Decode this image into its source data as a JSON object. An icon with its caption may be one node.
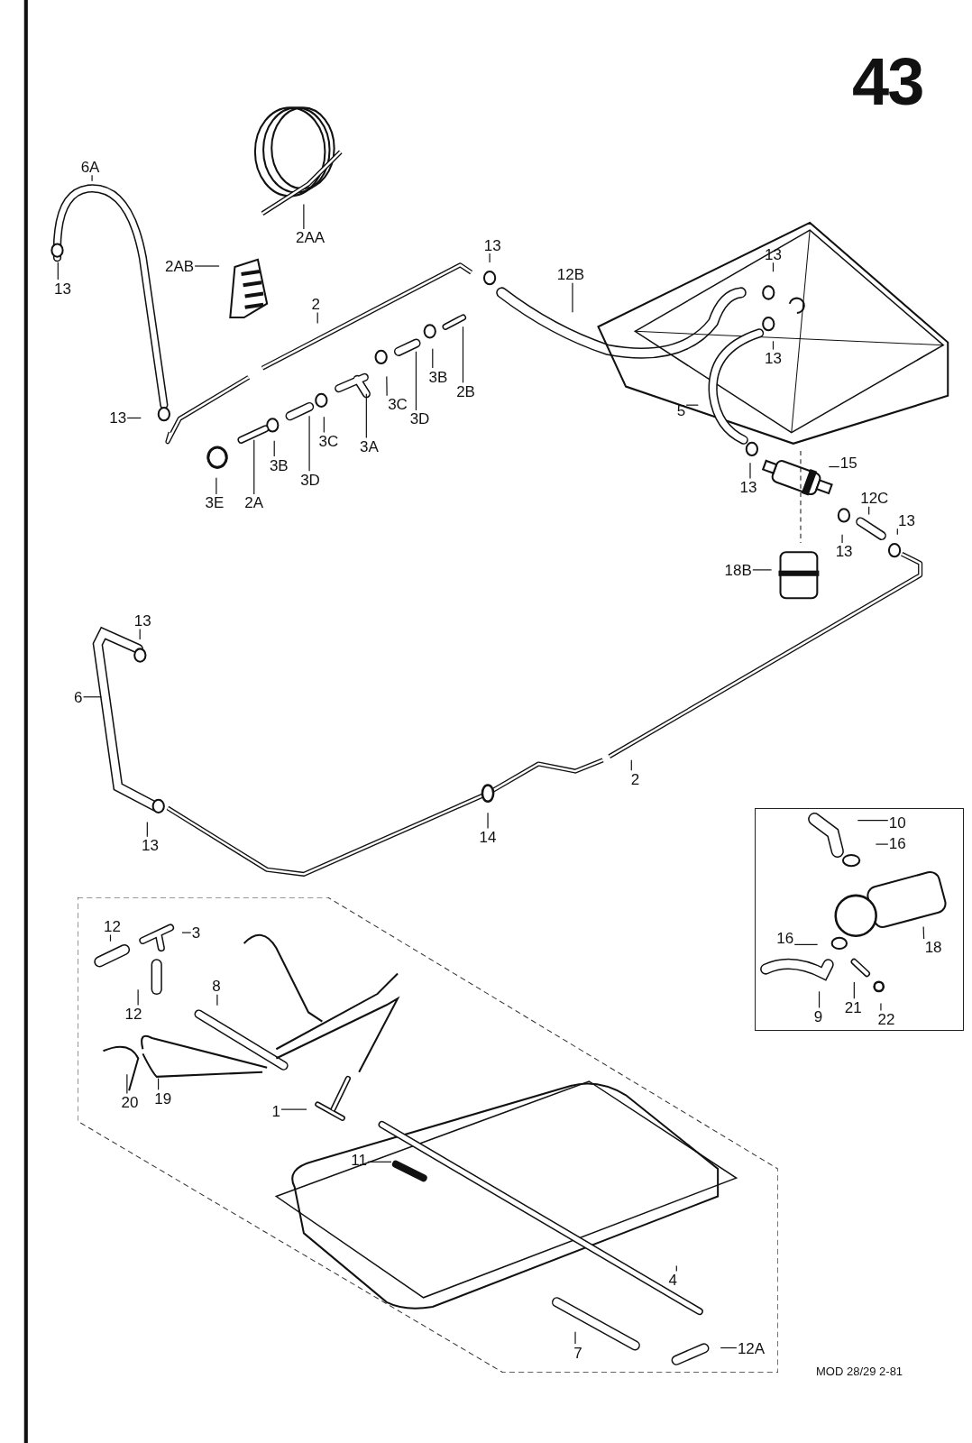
{
  "diagram": {
    "title": "43",
    "caption": "MOD 28/29 2-81",
    "nodes": [
      {
        "text": [
          "6A"
        ]
      },
      {
        "text": [
          "13"
        ]
      },
      {
        "text": [
          "2AA"
        ]
      },
      {
        "text": [
          "2AB"
        ]
      },
      {
        "text": [
          "2"
        ]
      },
      {
        "text": [
          "13"
        ]
      },
      {
        "text": [
          "3E"
        ]
      },
      {
        "text": [
          "2A"
        ]
      },
      {
        "text": [
          "3B"
        ]
      },
      {
        "text": [
          "3D"
        ]
      },
      {
        "text": [
          "3C"
        ]
      },
      {
        "text": [
          "3A"
        ]
      },
      {
        "text": [
          "3C"
        ]
      },
      {
        "text": [
          "3D"
        ]
      },
      {
        "text": [
          "3B"
        ]
      },
      {
        "text": [
          "2B"
        ]
      },
      {
        "text": [
          "13"
        ]
      },
      {
        "text": [
          "12B"
        ]
      },
      {
        "text": [
          "13"
        ]
      },
      {
        "text": [
          "13"
        ]
      },
      {
        "text": [
          "5"
        ]
      },
      {
        "text": [
          "13"
        ]
      },
      {
        "text": [
          "15"
        ]
      },
      {
        "text": [
          "12C"
        ]
      },
      {
        "text": [
          "13"
        ]
      },
      {
        "text": [
          "13"
        ]
      },
      {
        "text": [
          "18B"
        ]
      },
      {
        "text": [
          "13"
        ]
      },
      {
        "text": [
          "6"
        ]
      },
      {
        "text": [
          "13"
        ]
      },
      {
        "text": [
          "14"
        ]
      },
      {
        "text": [
          "2"
        ]
      },
      {
        "text": [],
        "shape": "box"
      },
      {
        "text": [
          "12"
        ],
        "in": 32
      },
      {
        "text": [
          "3"
        ],
        "in": 32
      },
      {
        "text": [
          "12"
        ],
        "in": 32
      },
      {
        "text": [
          "8"
        ],
        "in": 32
      },
      {
        "text": [
          "20"
        ],
        "in": 32
      },
      {
        "text": [
          "19"
        ],
        "in": 32
      },
      {
        "text": [
          "1"
        ],
        "in": 32
      },
      {
        "text": [
          "11"
        ],
        "in": 32
      },
      {
        "text": [
          "4"
        ],
        "in": 32
      },
      {
        "text": [
          "7"
        ],
        "in": 32
      },
      {
        "text": [
          "12A"
        ],
        "in": 32
      },
      {
        "text": [],
        "shape": "box"
      },
      {
        "text": [
          "10"
        ],
        "in": 44
      },
      {
        "text": [
          "16"
        ],
        "in": 44
      },
      {
        "text": [
          "18"
        ],
        "in": 44
      },
      {
        "text": [
          "16"
        ],
        "in": 44
      },
      {
        "text": [
          "9"
        ],
        "in": 44
      },
      {
        "text": [
          "21"
        ],
        "in": 44
      },
      {
        "text": [
          "22"
        ],
        "in": 44
      },
      {
        "text": [],
        "shape": "bar"
      },
      {
        "text": [],
        "shape": "bar"
      },
      {
        "text": [],
        "shape": "picture"
      },
      {
        "text": [],
        "shape": "bar"
      },
      {
        "text": [],
        "shape": "bar"
      }
    ],
    "edges": [
      {
        "from": 0,
        "to": null,
        "arrow": "none"
      },
      {
        "from": 1,
        "to": null,
        "arrow": "none"
      },
      {
        "from": 2,
        "to": null,
        "arrow": "none"
      },
      {
        "from": 3,
        "to": null,
        "arrow": "none"
      },
      {
        "from": 4,
        "to": null,
        "arrow": "none"
      },
      {
        "from": 5,
        "to": null,
        "arrow": "none"
      },
      {
        "from": 6,
        "to": null,
        "arrow": "none"
      },
      {
        "from": 7,
        "to": 52,
        "arrow": "none"
      },
      {
        "from": 8,
        "to": null,
        "arrow": "none"
      },
      {
        "from": 9,
        "to": 53,
        "arrow": "none"
      },
      {
        "from": 10,
        "to": null,
        "arrow": "none"
      },
      {
        "from": 11,
        "to": 54,
        "arrow": "none"
      },
      {
        "from": 12,
        "to": null,
        "arrow": "none"
      },
      {
        "from": 13,
        "to": 55,
        "arrow": "none"
      },
      {
        "from": 14,
        "to": null,
        "arrow": "none"
      },
      {
        "from": 15,
        "to": 56,
        "arrow": "none"
      },
      {
        "from": 16,
        "to": null,
        "arrow": "none"
      },
      {
        "from": 17,
        "to": null,
        "arrow": "none"
      },
      {
        "from": 18,
        "to": null,
        "arrow": "none"
      },
      {
        "from": 19,
        "to": null,
        "arrow": "none"
      },
      {
        "from": 20,
        "to": null,
        "arrow": "none"
      },
      {
        "from": 21,
        "to": null,
        "arrow": "none"
      },
      {
        "from": 22,
        "to": null,
        "arrow": "none"
      },
      {
        "from": 23,
        "to": null,
        "arrow": "none"
      },
      {
        "from": 24,
        "to": null,
        "arrow": "none"
      },
      {
        "from": 25,
        "to": null,
        "arrow": "none"
      },
      {
        "from": 26,
        "to": null,
        "arrow": "none"
      },
      {
        "from": 27,
        "to": null,
        "arrow": "none"
      },
      {
        "from": 28,
        "to": null,
        "arrow": "none"
      },
      {
        "from": 29,
        "to": null,
        "arrow": "none"
      },
      {
        "from": 30,
        "to": null,
        "arrow": "none"
      },
      {
        "from": 31,
        "to": null,
        "arrow": "none"
      },
      {
        "from": 33,
        "to": null,
        "arrow": "none"
      },
      {
        "from": 34,
        "to": null,
        "arrow": "none"
      },
      {
        "from": 35,
        "to": null,
        "arrow": "none"
      },
      {
        "from": 36,
        "to": null,
        "arrow": "none"
      },
      {
        "from": 37,
        "to": null,
        "arrow": "none"
      },
      {
        "from": 38,
        "to": null,
        "arrow": "none"
      },
      {
        "from": 39,
        "to": null,
        "arrow": "none"
      },
      {
        "from": 40,
        "to": null,
        "arrow": "none"
      },
      {
        "from": 41,
        "to": null,
        "arrow": "none"
      },
      {
        "from": 42,
        "to": null,
        "arrow": "none"
      },
      {
        "from": 43,
        "to": null,
        "arrow": "none"
      },
      {
        "from": 45,
        "to": null,
        "arrow": "none"
      },
      {
        "from": 46,
        "to": null,
        "arrow": "none"
      },
      {
        "from": 47,
        "to": null,
        "arrow": "none"
      },
      {
        "from": 48,
        "to": null,
        "arrow": "none"
      },
      {
        "from": 49,
        "to": null,
        "arrow": "none"
      },
      {
        "from": 50,
        "to": null,
        "arrow": "none"
      },
      {
        "from": 51,
        "to": null,
        "arrow": "none"
      }
    ]
  }
}
